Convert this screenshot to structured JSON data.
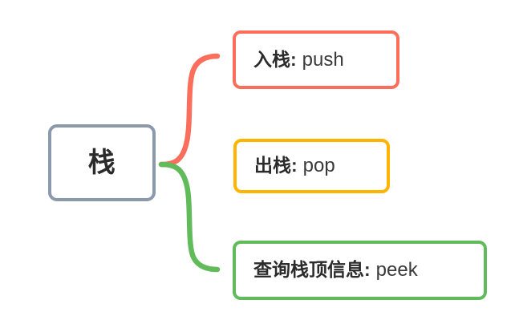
{
  "diagram": {
    "type": "mind-map",
    "title_text": "栈",
    "background_color": "#ffffff",
    "root": {
      "label": "栈",
      "border_color": "#8b99ac",
      "fill_color": "#ffffff"
    },
    "branches": [
      {
        "id": "push",
        "cn_label": "入栈:",
        "en_label": "push",
        "border_color": "#fb6e5b",
        "connector_color": "#fb6e5b",
        "has_connector": true
      },
      {
        "id": "pop",
        "cn_label": "出栈:",
        "en_label": "pop",
        "border_color": "#ffb400",
        "connector_color": "#ffb400",
        "has_connector": false
      },
      {
        "id": "peek",
        "cn_label": "查询栈顶信息:",
        "en_label": "peek",
        "border_color": "#62bb5a",
        "connector_color": "#62bb5a",
        "has_connector": true
      }
    ]
  }
}
